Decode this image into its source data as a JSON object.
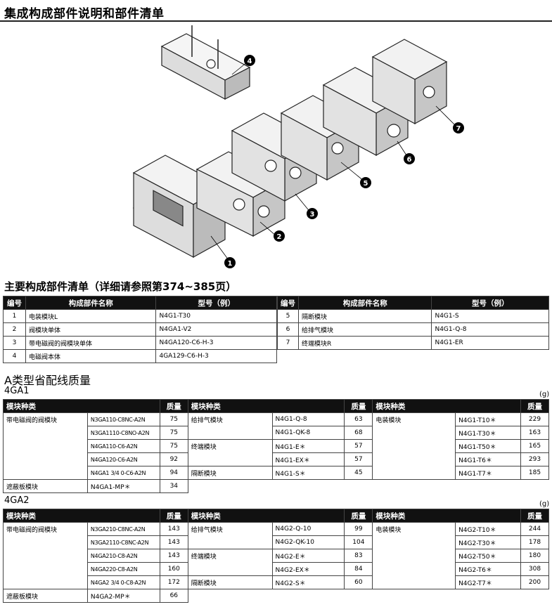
{
  "page": {
    "title": "集成构成部件说明和部件清单"
  },
  "figure": {
    "callouts": [
      "1",
      "2",
      "3",
      "4",
      "5",
      "6",
      "7"
    ]
  },
  "parts": {
    "heading": "主要构成部件清单（详细请参照第374~385页）",
    "headers": [
      "编号",
      "构成部件名称",
      "型号（例）"
    ],
    "left": [
      {
        "no": "1",
        "name": "电装模块L",
        "model": "N4G1-T30"
      },
      {
        "no": "2",
        "name": "阀模块单体",
        "model": "N4GA1-V2"
      },
      {
        "no": "3",
        "name": "带电磁阀的阀模块单体",
        "model": "N4GA120-C6-H-3"
      },
      {
        "no": "4",
        "name": "电磁阀本体",
        "model": "4GA129-C6-H-3"
      }
    ],
    "right": [
      {
        "no": "5",
        "name": "隔断模块",
        "model": "N4G1-S"
      },
      {
        "no": "6",
        "name": "给排气模块",
        "model": "N4G1-Q-8"
      },
      {
        "no": "7",
        "name": "终端模块R",
        "model": "N4G1-ER"
      }
    ]
  },
  "weights": {
    "heading": "A类型省配线质量",
    "unit": "(g)",
    "headers": {
      "type": "模块种类",
      "mass": "质量"
    },
    "gA1": {
      "label": "4GA1",
      "c1": {
        "group1": "带电磁阀的阀模块",
        "rows": [
          [
            "N3GA110-C8NC-A2N",
            "75"
          ],
          [
            "N3GA1110-C8NO-A2N",
            "75"
          ],
          [
            "N4GA110-C6-A2N",
            "75"
          ],
          [
            "N4GA120-C6-A2N",
            "92"
          ],
          [
            "N4GA1 3/4 0-C6-A2N",
            "94"
          ]
        ],
        "group2": "遮蔽板模块",
        "g2model": "N4GA1-MP＊",
        "g2mass": "34"
      },
      "c2": {
        "a": "给排气模块",
        "a1": [
          "N4G1-Q-8",
          "63"
        ],
        "a2": [
          "N4G1-QK-8",
          "68"
        ],
        "b": "终端模块",
        "b1": [
          "N4G1-E＊",
          "57"
        ],
        "b2": [
          "N4G1-EX＊",
          "57"
        ],
        "c": "隔断模块",
        "c1": [
          "N4G1-S＊",
          "45"
        ]
      },
      "c3": {
        "group": "电装模块",
        "rows": [
          [
            "N4G1-T10＊",
            "229"
          ],
          [
            "N4G1-T30＊",
            "163"
          ],
          [
            "N4G1-T50＊",
            "165"
          ],
          [
            "N4G1-T6＊",
            "293"
          ],
          [
            "N4G1-T7＊",
            "185"
          ]
        ]
      }
    },
    "gA2": {
      "label": "4GA2",
      "c1": {
        "group1": "带电磁阀的阀模块",
        "rows": [
          [
            "N3GA210-C8NC-A2N",
            "143"
          ],
          [
            "N3GA2110-C8NC-A2N",
            "143"
          ],
          [
            "N4GA210-C8-A2N",
            "143"
          ],
          [
            "N4GA220-C8-A2N",
            "160"
          ],
          [
            "N4GA2 3/4 0-C8-A2N",
            "172"
          ]
        ],
        "group2": "遮蔽板模块",
        "g2model": "N4GA2-MP＊",
        "g2mass": "66"
      },
      "c2": {
        "a": "给排气模块",
        "a1": [
          "N4G2-Q-10",
          "99"
        ],
        "a2": [
          "N4G2-QK-10",
          "104"
        ],
        "b": "终端模块",
        "b1": [
          "N4G2-E＊",
          "83"
        ],
        "b2": [
          "N4G2-EX＊",
          "84"
        ],
        "c": "隔断模块",
        "c1": [
          "N4G2-S＊",
          "60"
        ]
      },
      "c3": {
        "group": "电装模块",
        "rows": [
          [
            "N4G2-T10＊",
            "244"
          ],
          [
            "N4G2-T30＊",
            "178"
          ],
          [
            "N4G2-T50＊",
            "180"
          ],
          [
            "N4G2-T6＊",
            "308"
          ],
          [
            "N4G2-T7＊",
            "200"
          ]
        ]
      }
    }
  }
}
